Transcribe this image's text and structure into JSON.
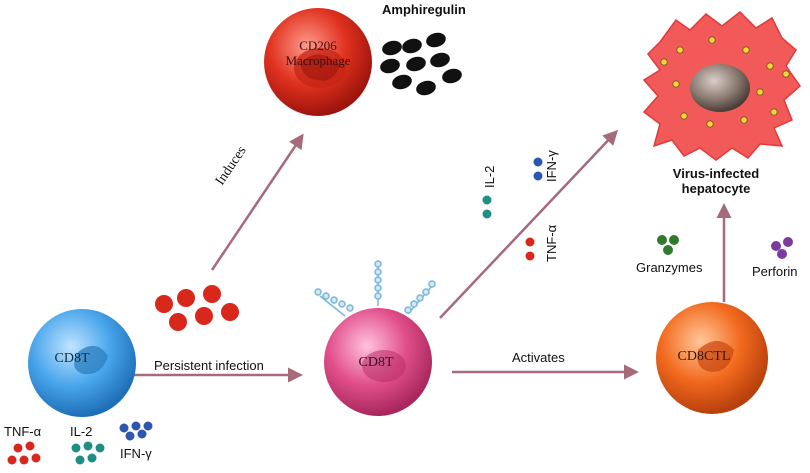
{
  "cells": {
    "macrophage": "CD206\nMacrophage",
    "naive": "CD8T",
    "central": "CD8T",
    "ctl": "CD8CTL",
    "hepatocyte": "Virus-infected\nhepatocyte"
  },
  "arrows": {
    "induces": "Induces",
    "persistent": "Persistent infection",
    "activates": "Activates"
  },
  "molecules": {
    "amphiregulin": "Amphiregulin",
    "il2_top": "IL-2",
    "ifng_top": "IFN-γ",
    "tnfa_mid": "TNF-α",
    "granzymes": "Granzymes",
    "perforin": "Perforin",
    "tnfa_bottom": "TNF-α",
    "il2_bottom": "IL-2",
    "ifng_bottom": "IFN-γ"
  },
  "colors": {
    "arrow": "#a66a7a",
    "macrophage": "#d42a1c",
    "naive": "#3e9ee0",
    "central": "#e04a86",
    "ctl": "#f06a1c",
    "hepatocyte": "#f25a5a",
    "tnfa": "#d8281b",
    "il2": "#1f8f84",
    "ifng": "#2b57b0",
    "granzyme": "#2f7a2f",
    "perforin": "#7d3a9e",
    "amphiregulin": "#111111"
  }
}
